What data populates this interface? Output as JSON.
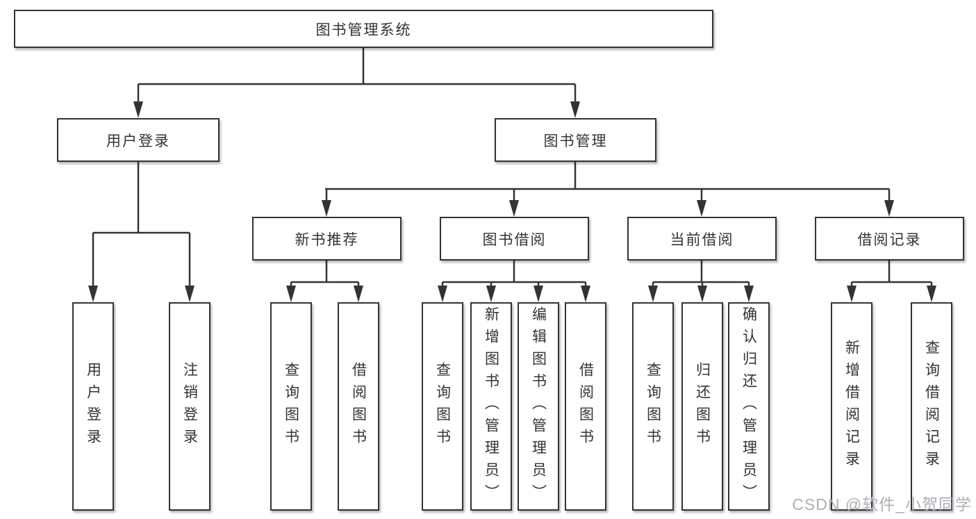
{
  "diagram_type": "tree",
  "tree": {
    "label": "图书管理系统",
    "children": [
      {
        "label": "用户登录",
        "children": [
          {
            "label": "用户登录"
          },
          {
            "label": "注销登录"
          }
        ]
      },
      {
        "label": "图书管理",
        "children": [
          {
            "label": "新书推荐",
            "children": [
              {
                "label": "查询图书"
              },
              {
                "label": "借阅图书"
              }
            ]
          },
          {
            "label": "图书借阅",
            "children": [
              {
                "label": "查询图书"
              },
              {
                "label": "新增图书（管理员）"
              },
              {
                "label": "编辑图书（管理员）"
              },
              {
                "label": "借阅图书"
              }
            ]
          },
          {
            "label": "当前借阅",
            "children": [
              {
                "label": "查询图书"
              },
              {
                "label": "归还图书"
              },
              {
                "label": "确认归还（管理员）"
              }
            ]
          },
          {
            "label": "借阅记录",
            "children": [
              {
                "label": "新增借阅记录"
              },
              {
                "label": "查询借阅记录"
              }
            ]
          }
        ]
      }
    ]
  },
  "watermark": "CSDN @软件_小贺同学",
  "colors": {
    "background": "#ffffff",
    "line": "#333333",
    "box_border": "#333333",
    "text": "#333333",
    "watermark": "#a8abb1"
  }
}
